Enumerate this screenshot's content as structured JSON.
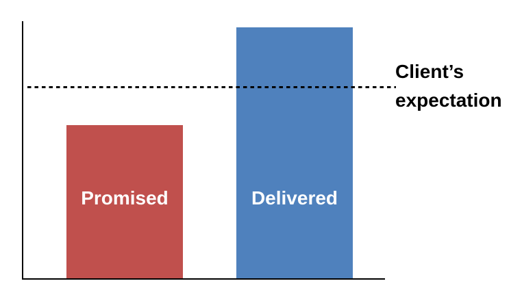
{
  "canvas": {
    "background": "#FFFFFF",
    "axis_color": "#000000"
  },
  "chart_data": {
    "type": "bar",
    "title": "",
    "xlabel": "",
    "ylabel": "",
    "categories": [
      "Promised",
      "Delivered"
    ],
    "values": [
      80,
      131
    ],
    "unit": "relative, estimated: reference line (client's expectation) = 100; no numeric tick labels shown",
    "ylim": [
      0,
      140
    ],
    "grid": false,
    "legend": false,
    "bar_colors": [
      "#C0504D",
      "#4F81BD"
    ],
    "bar_label_color": "#FFFFFF",
    "reference_line": {
      "value": 100,
      "style": "dashed",
      "color": "#000000",
      "label": "Client’s expectation",
      "label_lines": [
        "Client’s",
        "expectation"
      ],
      "label_position": "right"
    }
  }
}
